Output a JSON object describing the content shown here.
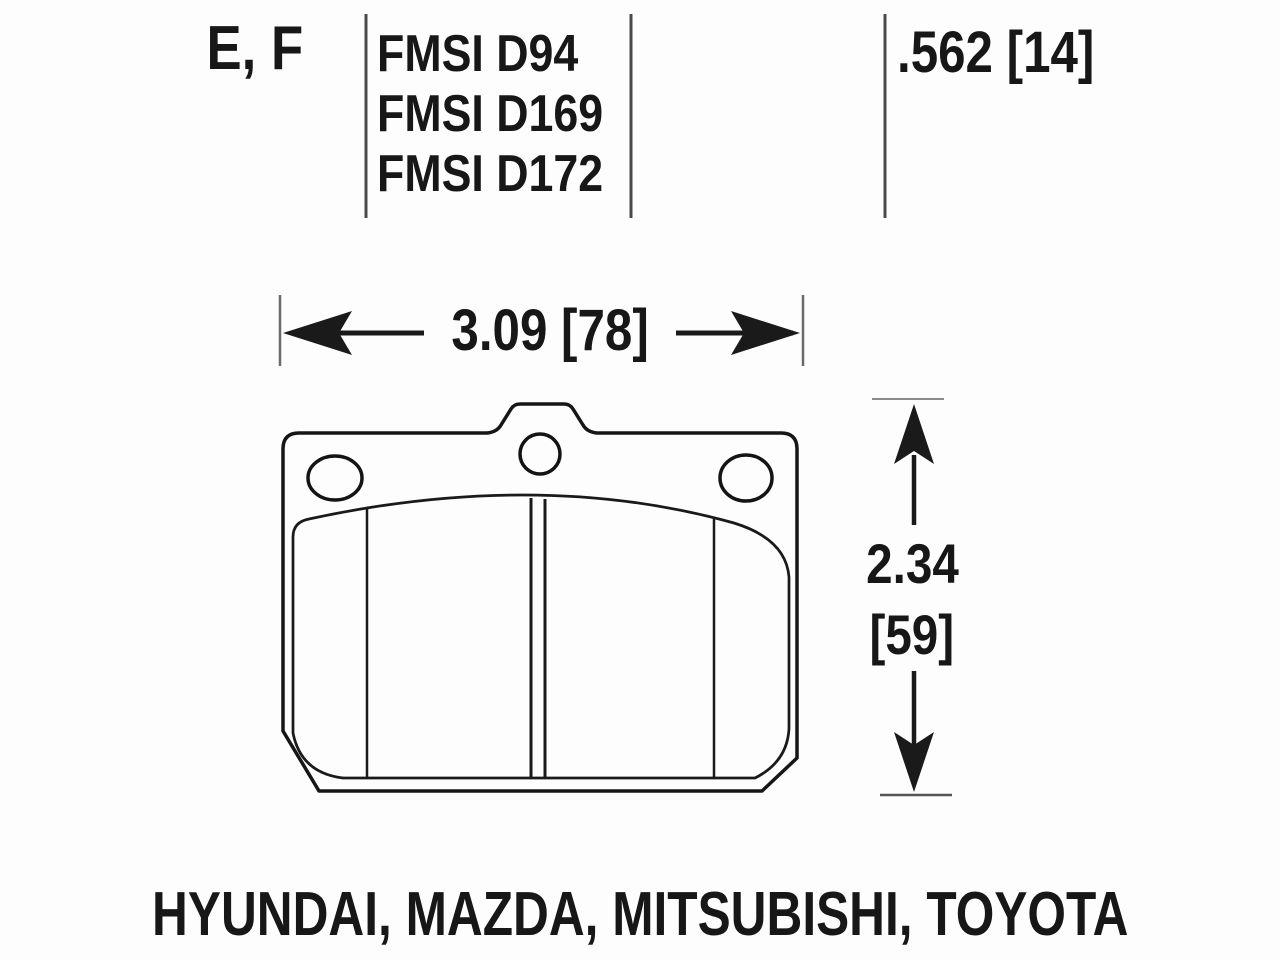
{
  "header": {
    "position_code": "E, F",
    "fmsi_numbers": [
      "FMSI D94",
      "FMSI D169",
      "FMSI D172"
    ],
    "thickness": ".562 [14]"
  },
  "dimensions": {
    "width_label": "3.09 [78]",
    "height_inches": "2.34",
    "height_mm": "[59]"
  },
  "footer": {
    "vehicle_makes": "HYUNDAI, MAZDA, MITSUBISHI, TOYOTA"
  },
  "drawing": {
    "subject": "brake-pad-front-view",
    "features": [
      "backing-plate",
      "friction-material",
      "left-mounting-hole",
      "center-tab-hole",
      "right-mounting-hole",
      "center-slot",
      "left-chamfer-line",
      "right-chamfer-line"
    ]
  },
  "colors": {
    "ink": "#171717",
    "line_grey": "#6a6a6a",
    "background": "#fdfdfd"
  }
}
